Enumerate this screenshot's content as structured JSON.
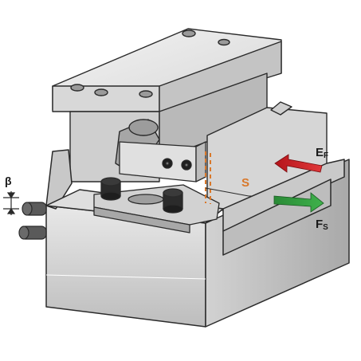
{
  "labels": {
    "beta": "β",
    "s": "S",
    "ef_main": "E",
    "ef_sub": "F",
    "fs_main": "F",
    "fs_sub": "S"
  },
  "colors": {
    "outline": "#2a2a2a",
    "face_light": "#e4e4e4",
    "face_mid": "#cfcfcf",
    "face_dark": "#b2b2b2",
    "face_front": "#d9d9d9",
    "screw": "#1f1f1f",
    "red_arrow": "#d2262a",
    "green_arrow": "#2e9a3e",
    "dash_orange": "#d9782a",
    "s_label": "#d9782a"
  },
  "icons": [
    "screw-icon",
    "bolt-head-icon",
    "arrow-right-icon",
    "arrow-left-icon"
  ]
}
